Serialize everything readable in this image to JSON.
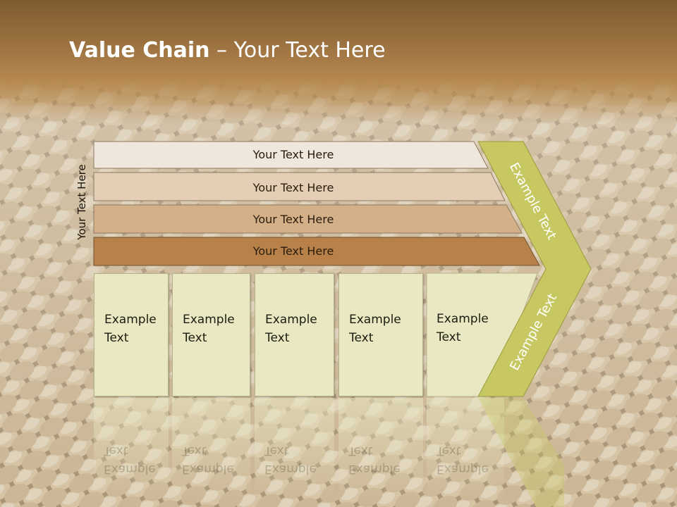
{
  "title": {
    "bold": "Value Chain",
    "rest": " – Your Text Here"
  },
  "side_label": "Your Text Here",
  "bars": [
    {
      "label": "Your Text Here",
      "fill": "#efe6dc"
    },
    {
      "label": "Your Text Here",
      "fill": "#e4cfb6"
    },
    {
      "label": "Your Text Here",
      "fill": "#d4b088"
    },
    {
      "label": "Your Text Here",
      "fill": "#b78149"
    }
  ],
  "boxes": [
    {
      "line1": "Example",
      "line2": "Text"
    },
    {
      "line1": "Example",
      "line2": "Text"
    },
    {
      "line1": "Example",
      "line2": "Text"
    },
    {
      "line1": "Example",
      "line2": "Text"
    },
    {
      "line1": "Example",
      "line2": "Text"
    }
  ],
  "chevron": {
    "top_label": "Example Text",
    "bottom_label": "Example Text",
    "fill": "#c7c862"
  },
  "colors": {
    "header": "#9b7140",
    "box_fill": "#e9e8c2",
    "title_text": "#ffffff"
  }
}
